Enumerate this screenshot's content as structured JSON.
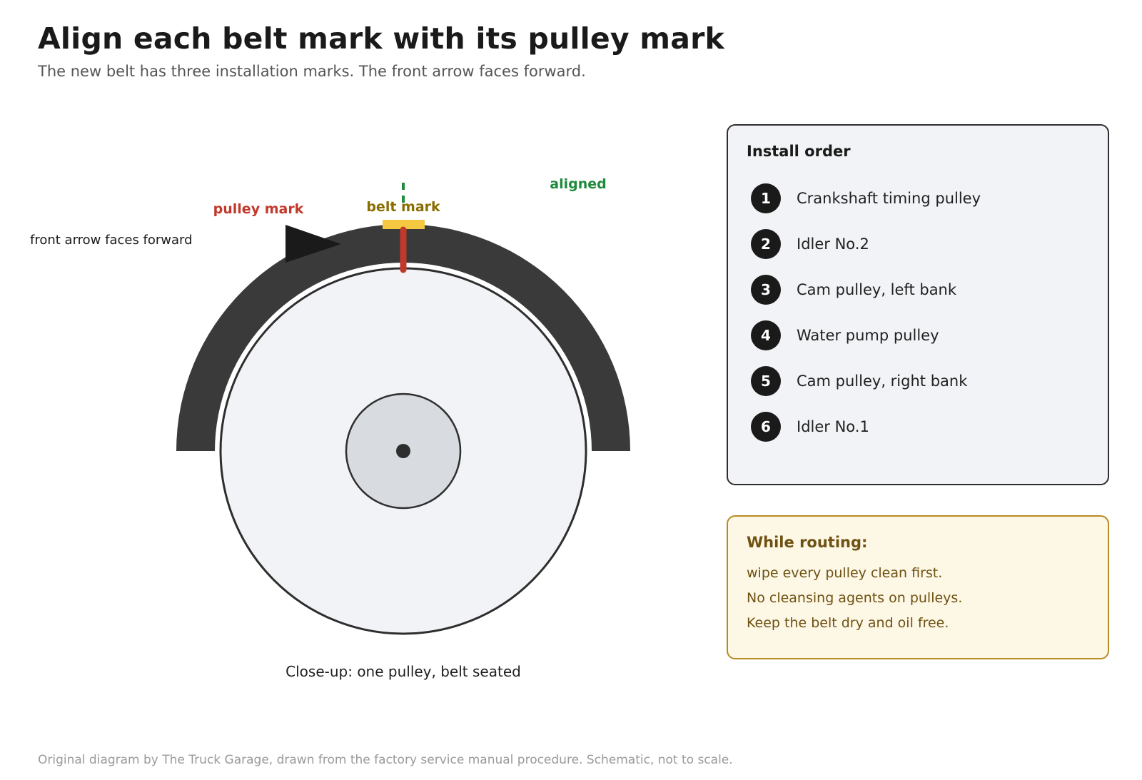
{
  "header": {
    "title": "Align each belt mark with its pulley mark",
    "subtitle": "The new belt has three installation marks. The front arrow faces forward."
  },
  "diagram": {
    "labels": {
      "front_arrow": "front arrow faces forward",
      "pulley_mark": "pulley mark",
      "belt_mark": "belt mark",
      "aligned": "aligned",
      "caption": "Close-up: one pulley, belt seated"
    },
    "colors": {
      "belt": "#3a3a3a",
      "pulley_face": "#f2f3f6",
      "hub": "#d8dce1",
      "outline": "#2e2e2e",
      "pulley_mark": "#c0392b",
      "belt_mark": "#f5c842",
      "belt_mark_text": "#8a6d00",
      "aligned": "#1e8a3c",
      "arrow": "#1a1a1a"
    }
  },
  "install_order": {
    "title": "Install order",
    "steps": [
      {
        "number": "1",
        "label": "Crankshaft timing pulley"
      },
      {
        "number": "2",
        "label": "Idler No.2"
      },
      {
        "number": "3",
        "label": "Cam pulley, left bank"
      },
      {
        "number": "4",
        "label": "Water pump pulley"
      },
      {
        "number": "5",
        "label": "Cam pulley, right bank"
      },
      {
        "number": "6",
        "label": "Idler No.1"
      }
    ]
  },
  "routing": {
    "title": "While routing:",
    "lines": [
      "wipe every pulley clean first.",
      "No cleansing agents on pulleys.",
      "Keep the belt dry and oil free."
    ]
  },
  "footer": {
    "note": "Original diagram by The Truck Garage, drawn from the factory service manual procedure. Schematic, not to scale."
  }
}
